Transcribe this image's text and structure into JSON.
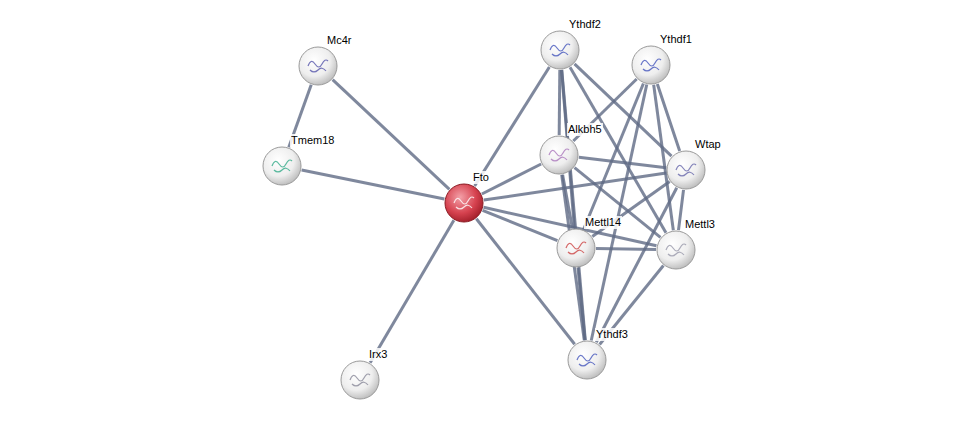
{
  "diagram": {
    "nodes": [
      {
        "text": [
          "Mc4r"
        ]
      },
      {
        "text": [
          "Tmem18"
        ]
      },
      {
        "text": [
          "Fto"
        ]
      },
      {
        "text": [
          "Irx3"
        ]
      },
      {
        "text": [
          "Ythdf2"
        ]
      },
      {
        "text": [
          "Ythdf1"
        ]
      },
      {
        "text": [
          "Alkbh5"
        ]
      },
      {
        "text": [
          "Wtap"
        ]
      },
      {
        "text": [
          "Mettl14"
        ]
      },
      {
        "text": [
          "Mettl3"
        ]
      },
      {
        "text": [
          "Ythdf3"
        ]
      }
    ],
    "edges": [
      {
        "from": 0,
        "to": 1,
        "arrow": "none"
      },
      {
        "from": 0,
        "to": 2,
        "arrow": "none"
      },
      {
        "from": 1,
        "to": 2,
        "arrow": "none"
      },
      {
        "from": 2,
        "to": 3,
        "arrow": "none"
      },
      {
        "from": 2,
        "to": 4,
        "arrow": "none"
      },
      {
        "from": 2,
        "to": 6,
        "arrow": "none"
      },
      {
        "from": 2,
        "to": 7,
        "arrow": "none"
      },
      {
        "from": 2,
        "to": 8,
        "arrow": "none"
      },
      {
        "from": 2,
        "to": 9,
        "arrow": "none"
      },
      {
        "from": 2,
        "to": 10,
        "arrow": "none"
      },
      {
        "from": 4,
        "to": 6,
        "arrow": "none"
      },
      {
        "from": 4,
        "to": 8,
        "arrow": "none"
      },
      {
        "from": 4,
        "to": 9,
        "arrow": "none"
      },
      {
        "from": 4,
        "to": 7,
        "arrow": "none"
      },
      {
        "from": 4,
        "to": 10,
        "arrow": "none"
      },
      {
        "from": 5,
        "to": 6,
        "arrow": "none"
      },
      {
        "from": 5,
        "to": 8,
        "arrow": "none"
      },
      {
        "from": 5,
        "to": 7,
        "arrow": "none"
      },
      {
        "from": 5,
        "to": 9,
        "arrow": "none"
      },
      {
        "from": 5,
        "to": 10,
        "arrow": "none"
      },
      {
        "from": 6,
        "to": 8,
        "arrow": "none"
      },
      {
        "from": 6,
        "to": 7,
        "arrow": "none"
      },
      {
        "from": 6,
        "to": 9,
        "arrow": "none"
      },
      {
        "from": 6,
        "to": 10,
        "arrow": "none"
      },
      {
        "from": 7,
        "to": 8,
        "arrow": "none"
      },
      {
        "from": 7,
        "to": 9,
        "arrow": "none"
      },
      {
        "from": 7,
        "to": 10,
        "arrow": "none"
      },
      {
        "from": 8,
        "to": 9,
        "arrow": "none"
      },
      {
        "from": 8,
        "to": 10,
        "arrow": "none"
      },
      {
        "from": 9,
        "to": 10,
        "arrow": "none"
      }
    ]
  }
}
